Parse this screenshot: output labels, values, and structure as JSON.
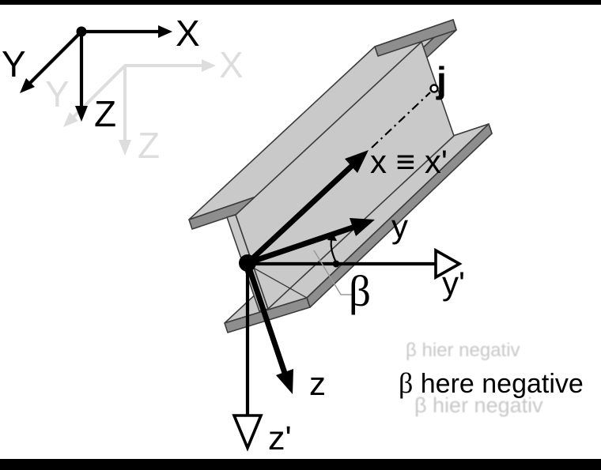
{
  "colors": {
    "beam_light": "#c9c9c9",
    "beam_dark": "#8e8e8e",
    "beam_outline": "#3c3c3c",
    "axis_black": "#000000",
    "leader_gray": "#9a9a9a",
    "ghost_gray": "#c7c7c7",
    "bar_black": "#000000",
    "background": "#ffffff"
  },
  "global_axes": {
    "x_label": "X",
    "y_label": "Y",
    "z_label": "Z"
  },
  "local_axes": {
    "x_label": "x ≡ x'",
    "y_label": "y",
    "y_prime_label": "y'",
    "z_label": "z",
    "z_prime_label": "z'"
  },
  "markers": {
    "joint_label": "j",
    "angle_label": "β"
  },
  "caption": {
    "angle_symbol": "β",
    "text": " here negative",
    "ghost_text": "β hier negativ"
  }
}
